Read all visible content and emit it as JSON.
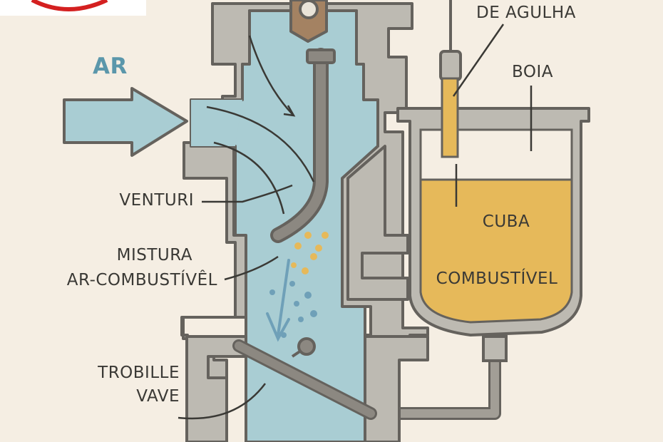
{
  "labels": {
    "air": "AR",
    "needle_valve": "DE AGULHA",
    "float": "BOIA",
    "venturi": "VENTURI",
    "mixture_line1": "MISTURA",
    "mixture_line2": "AR-COMBUSTÍVÊL",
    "throttle_line1": "TROBILLE",
    "throttle_line2": "VAVE",
    "bowl_line1": "CUBA",
    "bowl_line2": "COMBUSTÍVEL"
  },
  "colors": {
    "background": "#f5eee3",
    "body": "#bdbab2",
    "outline": "#65625d",
    "air": "#a9cdd3",
    "air_arrow": "#a9cdd3",
    "fuel": "#e6b95a",
    "float": "#e6b95a",
    "bolt": "#a48262",
    "label_text": "#3a3935",
    "air_label": "#5b97ab",
    "logo_red": "#d42020"
  },
  "icons": {
    "logo": "red-circle-logo"
  }
}
